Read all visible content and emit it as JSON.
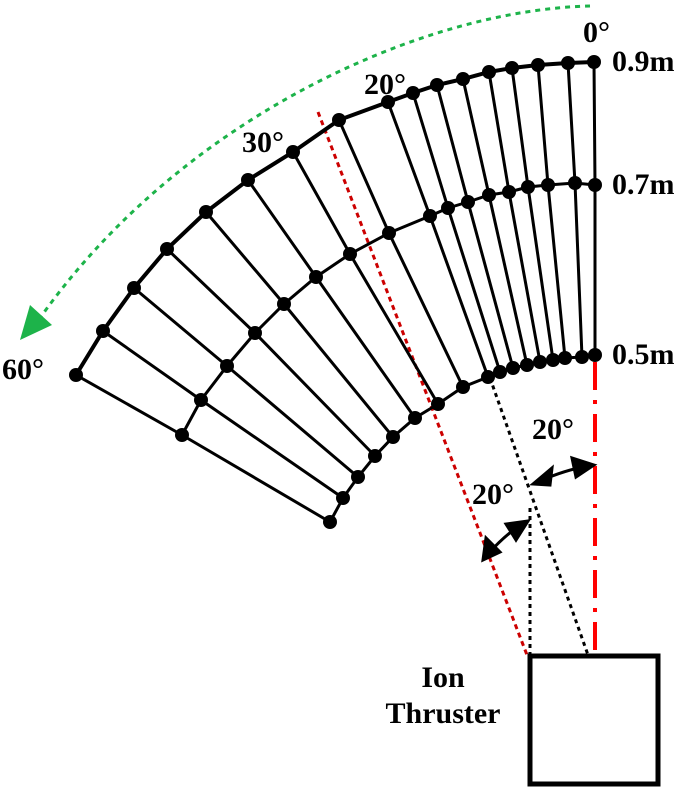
{
  "labels": {
    "angle_0": "0°",
    "angle_20": "20°",
    "angle_30": "30°",
    "angle_60": "60°",
    "radius_outer": "0.9m",
    "radius_middle": "0.7m",
    "radius_inner": "0.5m",
    "half_angle_a": "20°",
    "half_angle_b": "20°"
  },
  "thruster": {
    "line1": "Ion",
    "line2": "Thruster"
  },
  "colors": {
    "grid": "#000000",
    "axis": "#ff0000",
    "beam_edge": "#cc0000",
    "sweep_arrow": "#1db34a"
  }
}
